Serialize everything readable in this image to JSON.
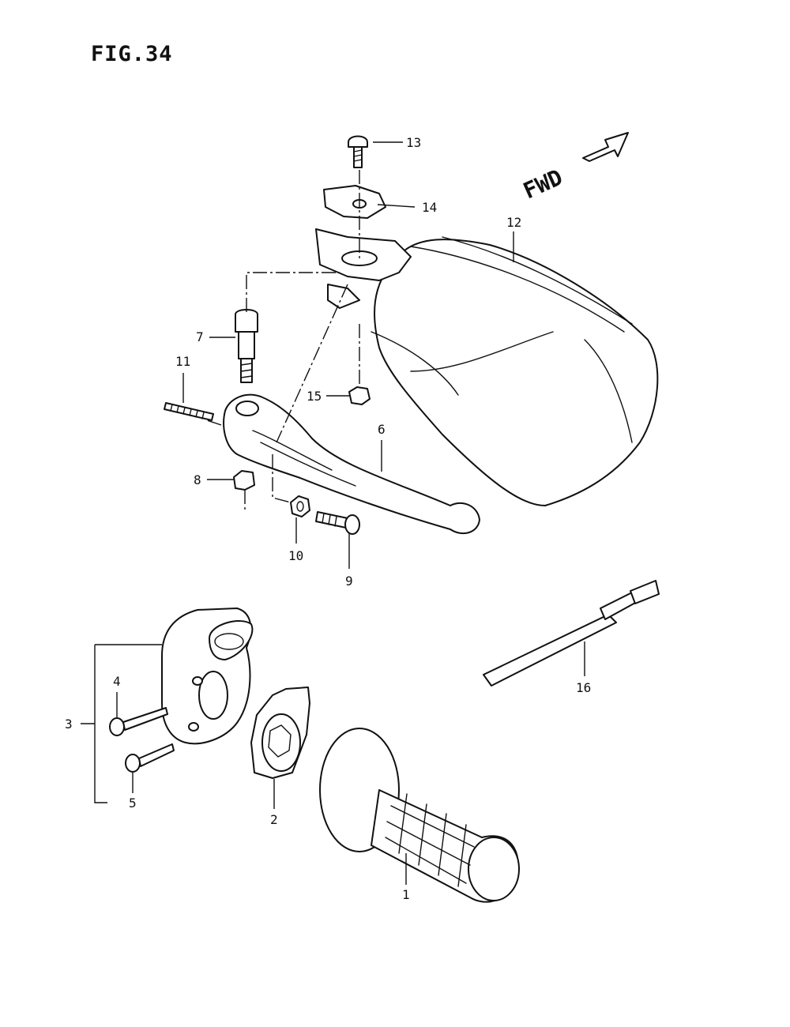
{
  "figure": {
    "title": "FIG.34",
    "direction": "FWD"
  },
  "callouts": [
    "1",
    "2",
    "3",
    "4",
    "5",
    "6",
    "7",
    "8",
    "9",
    "10",
    "11",
    "12",
    "13",
    "14",
    "15",
    "16"
  ]
}
